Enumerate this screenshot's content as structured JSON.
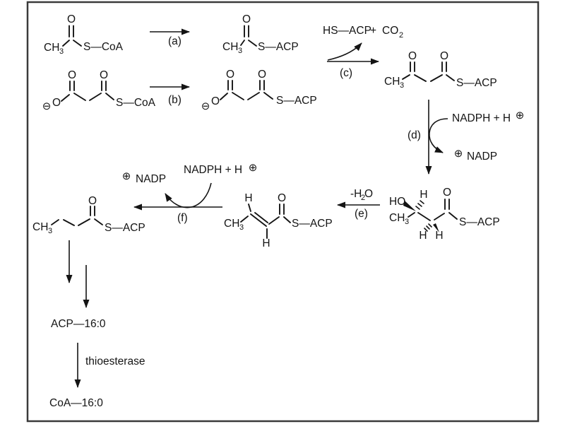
{
  "figure": {
    "description": "Fatty acid biosynthesis reaction scheme"
  },
  "colors": {
    "ink": "#141414",
    "frame": "#3a3a3a",
    "background": "#ffffff"
  },
  "atoms": {
    "O": "O",
    "CH": "CH",
    "sub3": "3",
    "H": "H",
    "HO": "HO",
    "S_CoA": "S—CoA",
    "S_ACP": "S—ACP",
    "minus_circle": "⊖",
    "plus_circle": "⊕"
  },
  "steps": {
    "a": "(a)",
    "b": "(b)",
    "c": "(c)",
    "d": "(d)",
    "e": "(e)",
    "f": "(f)"
  },
  "cofactors": {
    "HS_ACP": "HS—ACP",
    "plus": "+",
    "CO": "CO",
    "sub2": "2",
    "NADPH_H": "NADPH + H",
    "NADP": "NADP",
    "minus_H": "-H"
  },
  "bottom": {
    "ACP_16_0": "ACP—16:0",
    "thioesterase": "thioesterase",
    "CoA_16_0": "CoA—16:0"
  }
}
